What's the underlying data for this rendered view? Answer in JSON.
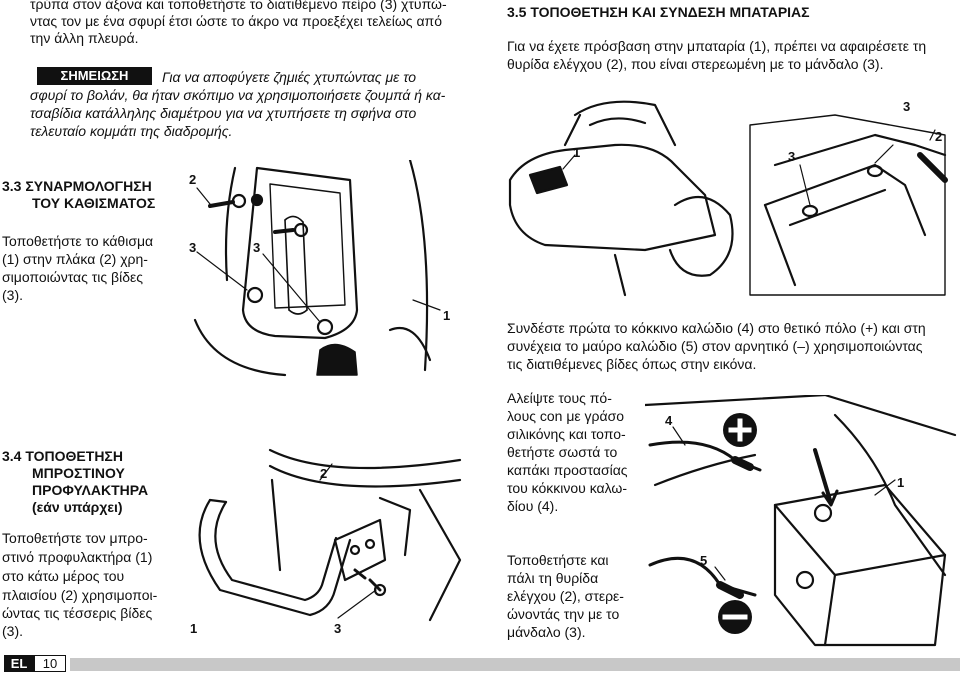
{
  "intro": {
    "lines": [
      "τρύπα στον άξονα και τοποθετήστε το διατιθέμενο πείρο (3) χτυπώ-",
      "ντας τον με ένα σφυρί έτσι ώστε το άκρο να προεξέχει τελείως από",
      "την άλλη πλευρά."
    ]
  },
  "note": {
    "badge": "ΣΗΜΕΙΩΣΗ",
    "lines": [
      "Για να αποφύγετε ζημιές χτυπώντας με το",
      "σφυρί το βολάν, θα ήταν σκόπιμο να χρησιμοποιήσετε ζουμπά ή κα-",
      "τσαβίδια κατάλληλης διαμέτρου για να χτυπήσετε τη σφήνα στο",
      "τελευταίο κομμάτι της διαδρομής."
    ]
  },
  "s33": {
    "heading": [
      "3.3 ΣΥΝΑΡΜΟΛΟΓΗΣΗ",
      "ΤΟΥ ΚΑΘΙΣΜΑΤΟΣ"
    ],
    "lines": [
      "Τοποθετήστε το κάθισμα",
      "(1) στην πλάκα (2) χρη-",
      "σιμοποιώντας τις βίδες",
      "(3)."
    ],
    "labels": {
      "l2": "2",
      "l3a": "3",
      "l3b": "3",
      "l1": "1"
    }
  },
  "s34": {
    "heading": [
      "3.4 ΤΟΠΟΘΕΤΗΣΗ",
      "ΜΠΡΟΣΤΙΝΟΥ",
      "ΠΡΟΦΥΛΑΚΤΗΡΑ",
      "(εάν υπάρχει)"
    ],
    "lines": [
      "Τοποθετήστε τον μπρο-",
      "στινό προφυλακτήρα (1)",
      "στο κάτω μέρος του",
      "πλαισίου (2) χρησιμοποι-",
      "ώντας τις τέσσερις βίδες",
      "(3)."
    ],
    "labels": {
      "l2": "2",
      "l1": "1",
      "l3": "3"
    }
  },
  "s35": {
    "heading": "3.5 ΤΟΠΟΘΕΤΗΣΗ ΚΑΙ ΣΥΝΔΕΣΗ ΜΠΑΤΑΡΙΑΣ",
    "lines": [
      "Για να έχετε πρόσβαση στην μπαταρία (1), πρέπει να αφαιρέσετε τη",
      "θυρίδα ελέγχου (2), που είναι στερεωμένη με το μάνδαλο (3)."
    ],
    "labels": {
      "l3a": "3",
      "l2": "2",
      "l1": "1",
      "l3b": "3"
    },
    "connect_lines": [
      "Συνδέστε πρώτα το κόκκινο καλώδιο (4) στο θετικό πόλο (+) και στη",
      "συνέχεια το μαύρο καλώδιο (5) στον αρνητικό (–) χρησιμοποιώντας",
      "τις διατιθέμενες βίδες όπως στην εικόνα."
    ],
    "grease_lines": [
      "Αλείψτε τους πό-",
      "λους con με γράσο",
      "σιλικόνης και τοπο-",
      "θετήστε σωστά το",
      "καπάκι προστασίας",
      "του κόκκινου καλω-",
      "δίου (4)."
    ],
    "refit_lines": [
      "Τοποθετήστε και",
      "πάλι τη θυρίδα",
      "ελέγχου (2), στερε-",
      "ώνοντάς την με το",
      "μάνδαλο (3)."
    ],
    "battery_labels": {
      "l4": "4",
      "l1": "1",
      "l5": "5"
    }
  },
  "footer": {
    "lang": "EL",
    "page": "10"
  }
}
